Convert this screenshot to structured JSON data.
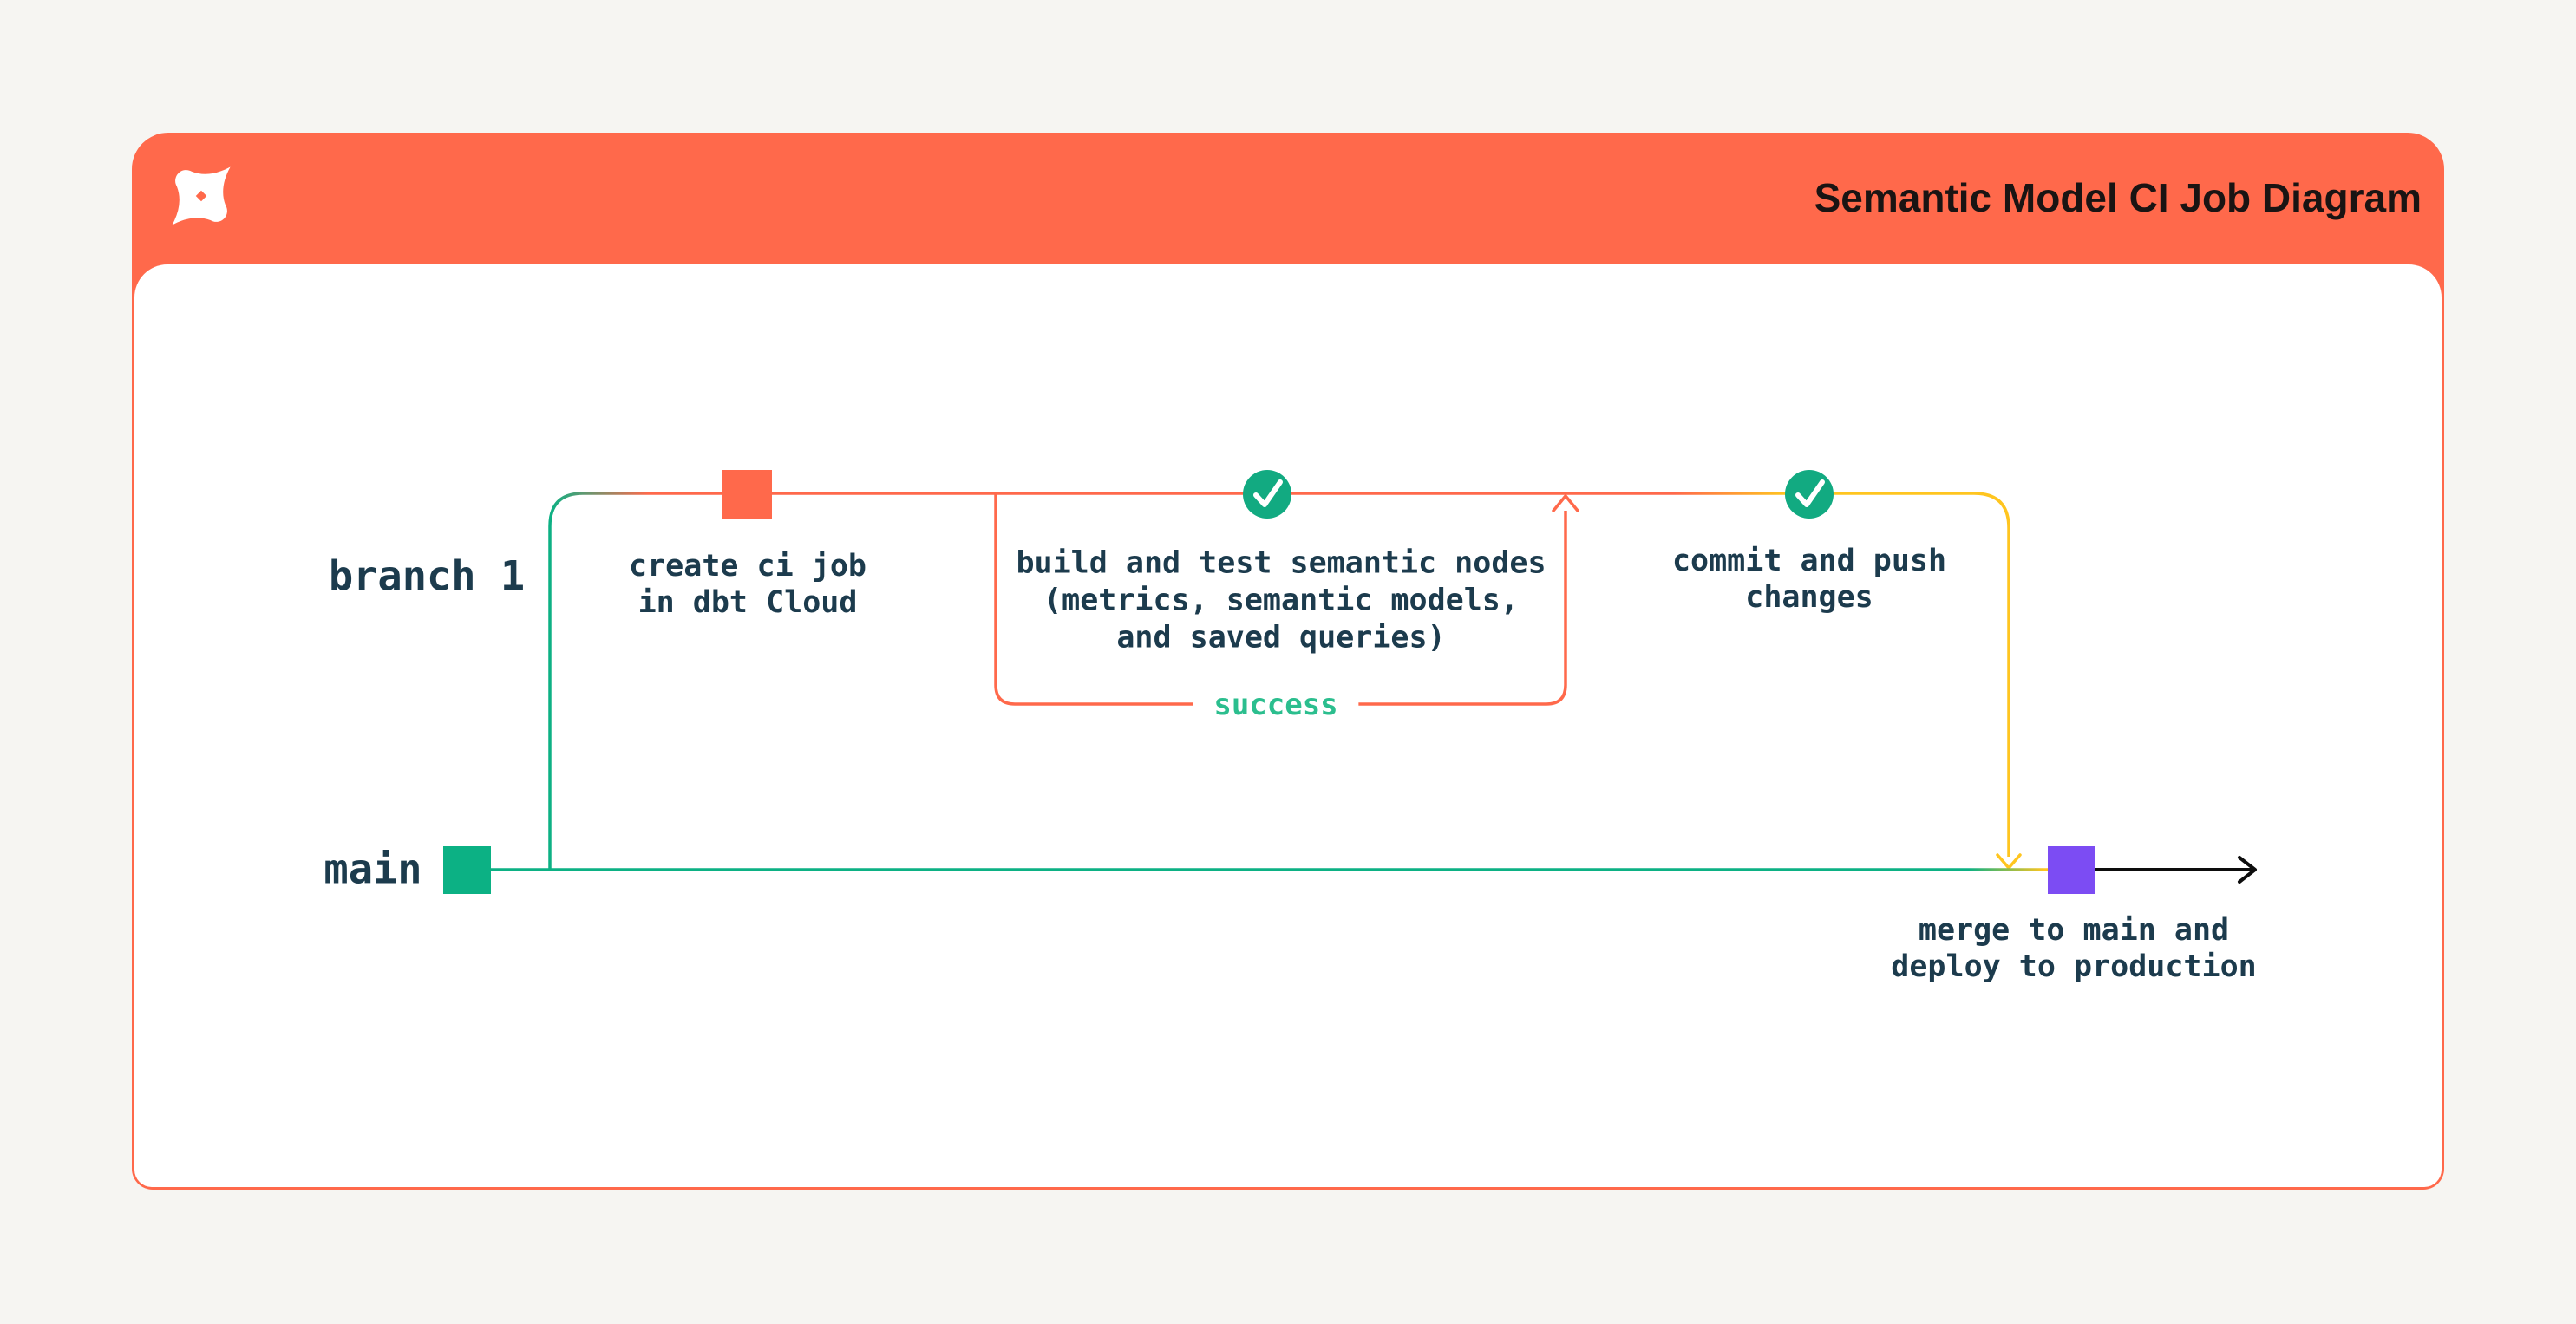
{
  "card": {
    "title": "Semantic Model CI Job Diagram",
    "brand_color": "#FF694B",
    "logo": "dbt-logo"
  },
  "diagram": {
    "branch_label": "branch 1",
    "main_label": "main",
    "nodes": {
      "create_ci": {
        "label": "create ci job\nin dbt Cloud",
        "node_color": "#FF694B"
      },
      "build_test": {
        "label": "build and test semantic nodes\n(metrics, semantic models,\nand saved queries)",
        "border_color": "#FF694B"
      },
      "commit_push": {
        "label": "commit and push\nchanges"
      },
      "merge_deploy": {
        "label": "merge to main and\ndeploy to production",
        "node_color": "#7C4CF3"
      }
    },
    "success_label": "success",
    "colors": {
      "branch_teal": "#0CB184",
      "orange": "#FF694B",
      "yellow": "#FFC51F",
      "purple": "#7C4CF3",
      "check_green": "#12AA81",
      "success_text": "#2BBE8E",
      "text_dark": "#1C3B4D",
      "arrow_black": "#0D0D0D",
      "page_background": "#F6F5F2"
    }
  }
}
